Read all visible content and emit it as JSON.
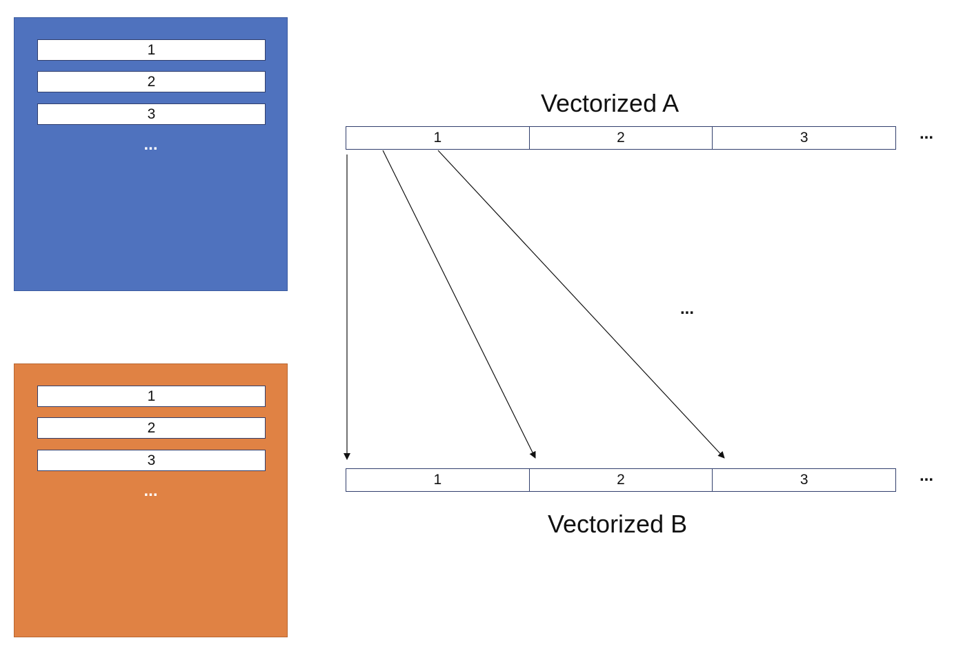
{
  "matrix_a": {
    "fill": "#4f72be",
    "border": "#3a5a9e",
    "rows": [
      "1",
      "2",
      "3"
    ],
    "ellipsis": "..."
  },
  "matrix_b": {
    "fill": "#e08244",
    "border": "#b8652f",
    "rows": [
      "1",
      "2",
      "3"
    ],
    "ellipsis": "..."
  },
  "vector_a": {
    "title": "Vectorized A",
    "cells": [
      "1",
      "2",
      "3"
    ],
    "ellipsis": "..."
  },
  "vector_b": {
    "title": "Vectorized B",
    "cells": [
      "1",
      "2",
      "3"
    ],
    "ellipsis": "..."
  },
  "middle_ellipsis": "...",
  "colors": {
    "cell_border": "#2f3d6b",
    "arrow": "#111111"
  }
}
